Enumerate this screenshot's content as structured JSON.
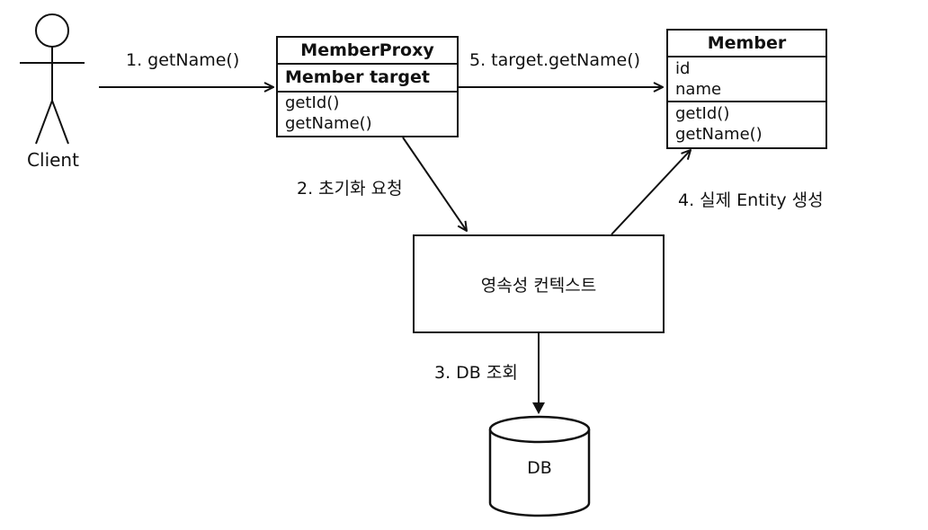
{
  "actor": {
    "label": "Client"
  },
  "proxy": {
    "title": "MemberProxy",
    "field": "Member target",
    "methods": [
      "getId()",
      "getName()"
    ]
  },
  "member": {
    "title": "Member",
    "fields": [
      "id",
      "name"
    ],
    "methods": [
      "getId()",
      "getName()"
    ]
  },
  "persistence_context": {
    "label": "영속성 컨텍스트"
  },
  "database": {
    "label": "DB"
  },
  "steps": {
    "s1": "1. getName()",
    "s2": "2. 초기화 요청",
    "s3": "3. DB 조회",
    "s4": "4. 실제 Entity 생성",
    "s5": "5. target.getName()"
  }
}
